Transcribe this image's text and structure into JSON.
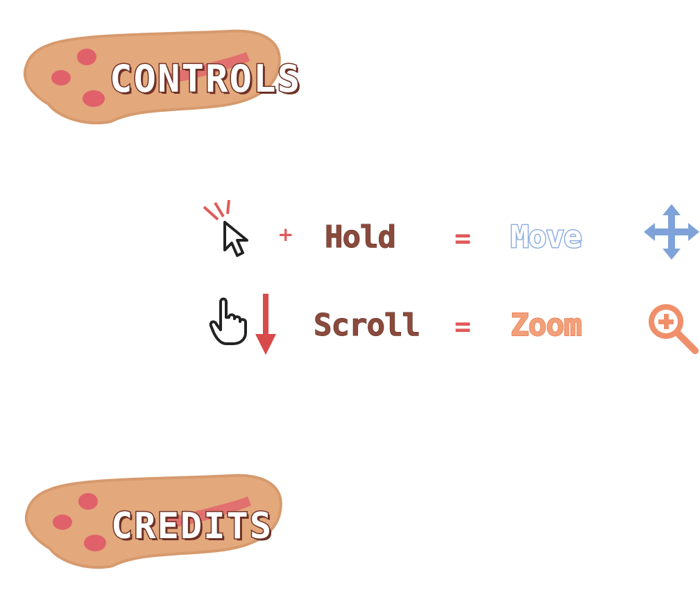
{
  "sections": {
    "controls": {
      "title": "CONTROLS"
    },
    "credits": {
      "title": "CREDITS"
    }
  },
  "controls": {
    "move": {
      "input_icon": "click-cursor-icon",
      "plus": "+",
      "action": "Hold",
      "equals": "=",
      "result": "Move",
      "result_icon": "move-arrows-icon",
      "result_color": "#8faee0"
    },
    "zoom": {
      "input_icon": "hand-cursor-icon",
      "secondary_icon": "scroll-down-arrow-icon",
      "action": "Scroll",
      "equals": "=",
      "result": "Zoom",
      "result_icon": "zoom-in-icon",
      "result_color": "#f0906a"
    }
  },
  "colors": {
    "paw": "#e3a87c",
    "paw_outline": "#d69a6d",
    "paw_pads": "#e0616a",
    "outline_brown": "#6e3126",
    "accent_red": "#e05a5a"
  }
}
